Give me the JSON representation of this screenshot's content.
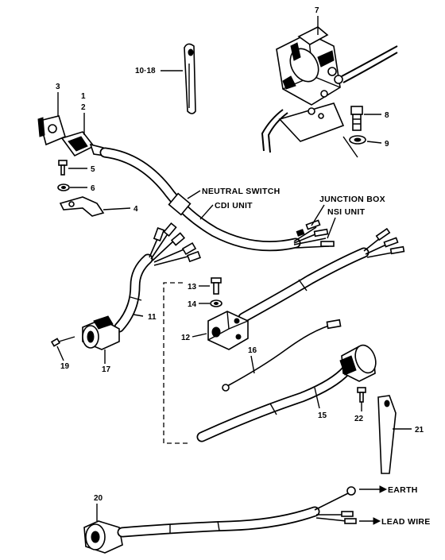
{
  "labels": {
    "p1": "1",
    "p2": "2",
    "p3": "3",
    "p4": "4",
    "p5": "5",
    "p6": "6",
    "p7": "7",
    "p8": "8",
    "p9": "9",
    "p10_18": "10·18",
    "p11": "11",
    "p12": "12",
    "p13": "13",
    "p14": "14",
    "p15": "15",
    "p16": "16",
    "p17": "17",
    "p19": "19",
    "p20": "20",
    "p21": "21",
    "p22": "22"
  },
  "callouts": {
    "neutral_switch": "NEUTRAL SWITCH",
    "cdi_unit": "CDI UNIT",
    "junction_box": "JUNCTION BOX",
    "nsi_unit": "NSI UNIT",
    "earth": "EARTH",
    "lead_wire": "LEAD WIRE"
  }
}
